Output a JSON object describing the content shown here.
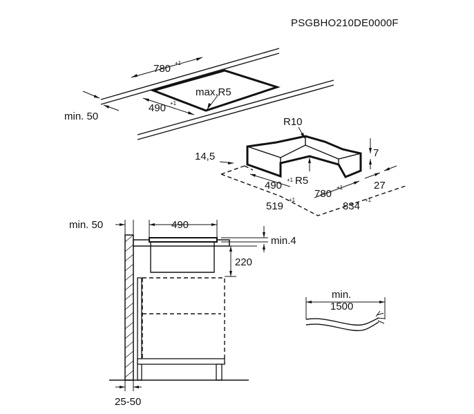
{
  "code": "PSGBHO210DE0000F",
  "top_view": {
    "width_label": "780",
    "width_tol": "+1",
    "depth_label": "490",
    "depth_tol": "+1",
    "radius_label": "max.R5",
    "edge_label": "min. 50"
  },
  "cutout": {
    "radius_outer": "R10",
    "radius_inner": "R5",
    "step_height": "7",
    "frame_left": "14,5",
    "inner_depth": "490",
    "inner_depth_tol": "+1",
    "inner_width": "780",
    "inner_width_tol": "+1",
    "side_depth": "27",
    "outer_depth": "519",
    "outer_depth_tol": "+1",
    "outer_width": "834",
    "outer_width_tol": "+1"
  },
  "section": {
    "wall_gap": "min. 50",
    "depth": "490",
    "top_gap": "min.4",
    "height": "220",
    "worktop": "25-50"
  },
  "cable": {
    "label_line1": "min.",
    "label_line2": "1500"
  }
}
